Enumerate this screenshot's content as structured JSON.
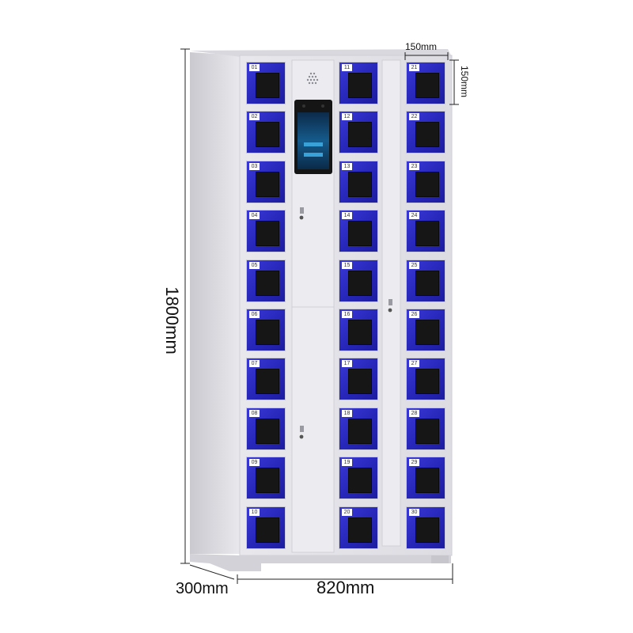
{
  "dimensions": {
    "height": "1800mm",
    "width": "820mm",
    "depth": "300mm",
    "compartment_width": "150mm",
    "compartment_height": "150mm"
  },
  "columns": [
    {
      "id": "col1",
      "numbers": [
        "01",
        "02",
        "03",
        "04",
        "05",
        "06",
        "07",
        "08",
        "09",
        "10"
      ]
    },
    {
      "id": "col3",
      "numbers": [
        "11",
        "12",
        "13",
        "14",
        "15",
        "16",
        "17",
        "18",
        "19",
        "20"
      ]
    },
    {
      "id": "col4",
      "numbers": [
        "21",
        "22",
        "23",
        "24",
        "25",
        "26",
        "27",
        "28",
        "29",
        "30"
      ]
    }
  ],
  "colors": {
    "door_blue": "#2a2ac8",
    "cabinet_gray": "#e4e4e8",
    "window_black": "#161616"
  }
}
